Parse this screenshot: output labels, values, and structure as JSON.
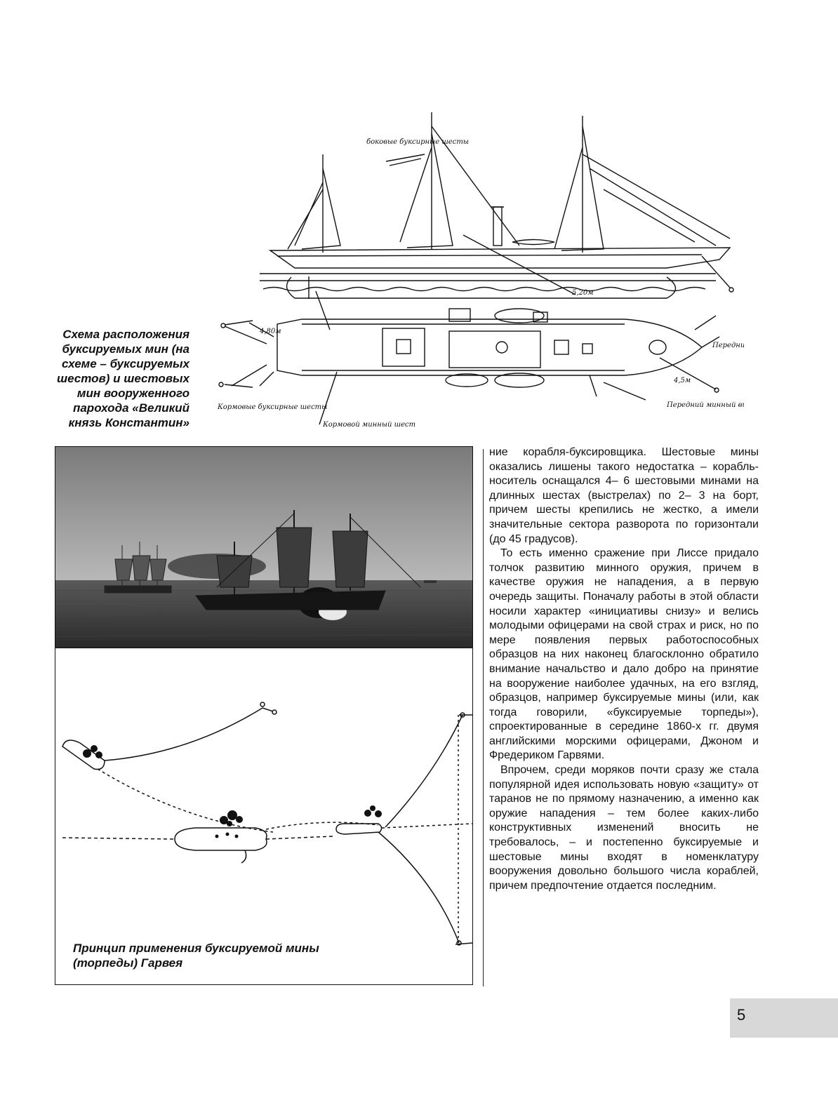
{
  "diagram": {
    "caption": "Схема расположения буксируемых мин (на схеме – буксируемых шестов) и шестовых мин вооруженного парохода «Великий князь Константин»",
    "labels": {
      "side_poles": "боковые буксирные шесты",
      "fore_pole": "Передний шест",
      "fore_boom": "Передний минный выстрел",
      "stern_tow_poles": "Кормовые буксирные шесты",
      "stern_pole": "Кормовой минный шест",
      "dim_stern": "4,80м",
      "dim_side": "5,20м",
      "dim_fore": "4,5м"
    }
  },
  "scheme": {
    "caption": "Принцип применения буксируемой мины (торпеды) Гарвея"
  },
  "article": {
    "paragraphs": [
      "ние корабля-буксировщика. Шестовые мины оказались лишены такого недостатка – корабль-носитель оснащался 4– 6 шестовыми минами на длинных шестах (выстрелах) по 2– 3 на борт, причем шесты крепились не жестко, а имели значительные сектора разворота по горизонтали (до 45 градусов).",
      "То есть именно сражение при Лиссе придало толчок развитию минного оружия, причем в качестве оружия не нападения, а в первую очередь защиты. Поначалу работы в этой области носили характер «инициативы снизу» и велись молодыми офицерами на свой страх и риск, но по мере появления первых работоспособных образцов на них наконец благосклонно обратило внимание начальство и дало добро на принятие на вооружение наиболее удачных, на его взгляд, образцов, например буксируемые мины (или, как тогда говорили, «буксируемые торпеды»), спроектированные в середине 1860-х гг. двумя английскими морскими офицерами, Джоном и Фредериком Гарвями.",
      "Впрочем, среди моряков почти сразу же стала популярной идея использовать новую «защиту» от таранов не по прямому назначению, а именно как оружие нападения – тем более каких-либо конструктивных изменений вносить не требовалось, – и постепенно буксируемые и шестовые мины входят в номенклатуру вооружения довольно большого числа кораблей, причем предпочтение отдается последним."
    ]
  },
  "page_number": "5"
}
